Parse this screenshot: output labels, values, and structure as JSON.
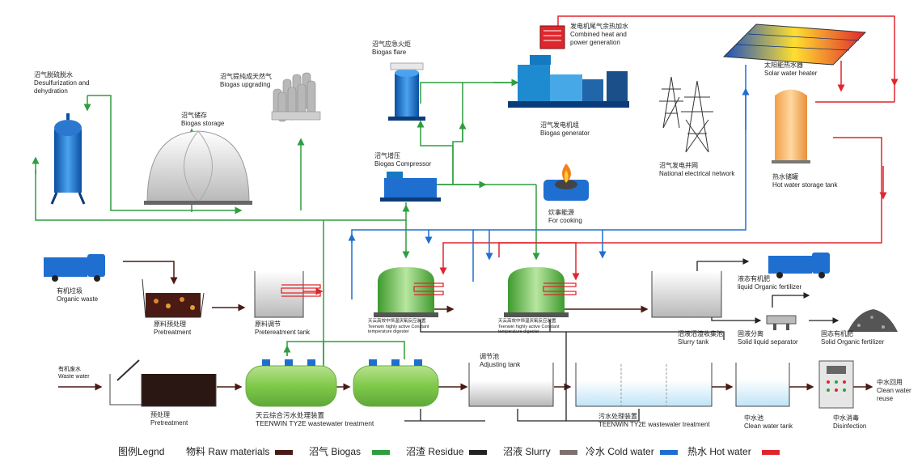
{
  "colors": {
    "raw": "#4a1a14",
    "biogas": "#2e9e3e",
    "residue": "#222222",
    "slurry": "#7d7070",
    "cold": "#1e6fd0",
    "hot": "#e0262d"
  },
  "labels": {
    "desulf": {
      "cn": "沼气脱硫脱水",
      "en1": "Desulfurization and",
      "en2": "dehydration"
    },
    "upgrading": {
      "cn": "沼气提纯成天然气",
      "en": "Biogas upgrading"
    },
    "flare": {
      "cn": "沼气应急火炬",
      "en": "Biogas flare"
    },
    "chp": {
      "cn": "发电机尾气余热加水",
      "en1": "Combined heat and",
      "en2": "power generation"
    },
    "solar": {
      "cn": "太阳能热水器",
      "en": "Solar water heater"
    },
    "storage": {
      "cn": "沼气储存",
      "en": "Biogas storage"
    },
    "generator": {
      "cn": "沼气发电机组",
      "en": "Biogas generator"
    },
    "grid": {
      "cn": "沼气发电并网",
      "en": "National electrical network"
    },
    "compressor": {
      "cn": "沼气增压",
      "en": "Biogas Compressor"
    },
    "cooking": {
      "cn": "炊事能源",
      "en": "For cooking"
    },
    "hotwater": {
      "cn": "热水储罐",
      "en": "Hot water storage tank"
    },
    "organicwaste": {
      "cn": "有机垃圾",
      "en": "Organic waste"
    },
    "pretreat1": {
      "cn": "原料预处理",
      "en": "Pretreatment"
    },
    "pretank": {
      "cn": "原料调节",
      "en": "Pretereatment tank"
    },
    "digester1": {
      "cn": "天云高效中恒温厌氧反应装置",
      "en1": "Teenwin highly active Constant",
      "en2": "temperature digester"
    },
    "digester2": {
      "cn": "天云高效中恒温厌氧反应装置",
      "en1": "Teenwin highly active Constant",
      "en2": "temperature digester"
    },
    "slurrytank": {
      "cn": "沼液沼渣收集池",
      "en": "Slurry tank"
    },
    "liquidfert": {
      "cn": "液态有机肥",
      "en": "liquid Organic fertilizer"
    },
    "separator": {
      "cn": "固液分离",
      "en": "Solid liquid separator"
    },
    "solidfert": {
      "cn": "固态有机肥",
      "en": "Solid Organic fertilizer"
    },
    "wastewater": {
      "cn": "有机废水",
      "en": "Waste water"
    },
    "pretreat2": {
      "cn": "预处理",
      "en": "Pretreatment"
    },
    "ty2e": {
      "cn": "天云综合污水处理装置",
      "en": "TEENWIN TY2E wastewater treatment"
    },
    "adjusting": {
      "cn": "调节池",
      "en": "Adjusting tank"
    },
    "ty2e2": {
      "cn": "污水处理装置",
      "en": "TEENWIN TY2E wastewater treatment"
    },
    "cleantank": {
      "cn": "中水池",
      "en": "Clean water tank"
    },
    "disinfection": {
      "cn": "中水消毒",
      "en": "Disinfection"
    },
    "reuse": {
      "cn": "中水回用",
      "en1": "Clean water",
      "en2": "reuse"
    }
  },
  "legend": {
    "title": "图例Legnd",
    "raw": "物料 Raw materials",
    "biogas": "沼气 Biogas",
    "residue": "沼渣 Residue",
    "slurry": "沼液 Slurry",
    "cold": "冷水 Cold water",
    "hot": "热水 Hot water"
  }
}
